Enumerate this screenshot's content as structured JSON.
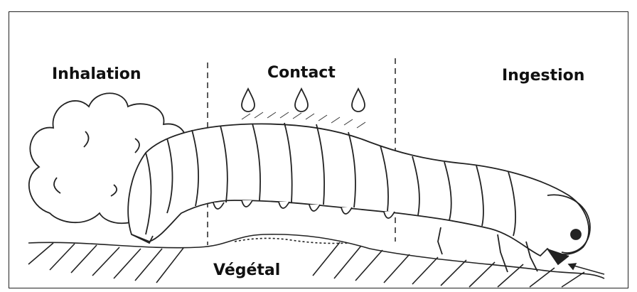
{
  "diagram": {
    "labels": {
      "inhalation": "Inhalation",
      "contact": "Contact",
      "ingestion": "Ingestion",
      "substrate": "Végétal"
    }
  }
}
